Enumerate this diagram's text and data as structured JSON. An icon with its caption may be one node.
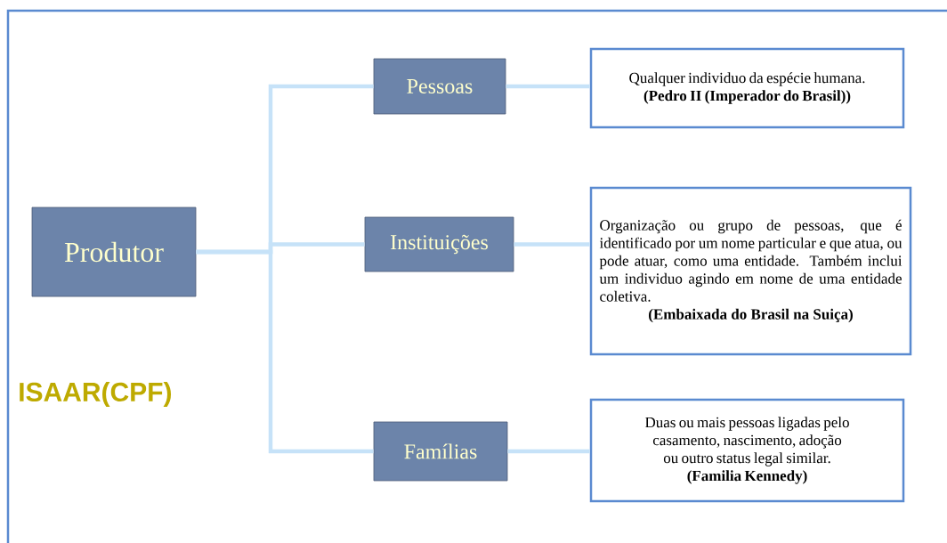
{
  "diagram": {
    "nodes": [
      {
        "text": [
          "Produtor"
        ]
      },
      {
        "text": [
          "Pessoas"
        ]
      },
      {
        "text": [
          "Qualquer individuo da espécie humana.",
          "(Pedro II (Imperador do Brasil))"
        ]
      },
      {
        "text": [
          "Instituições"
        ]
      },
      {
        "text": [
          "Organização ou grupo de pessoas, que é identificado por um nome particular e que atua, ou pode atuar, como uma entidade. Também inclui um individuo agindo em nome de uma entidade coletiva.",
          "(Embaixada do Brasil na Suiça)"
        ]
      },
      {
        "text": [
          "Famílias"
        ]
      },
      {
        "text": [
          "Duas ou mais pessoas ligadas pelo casamento, nascimento, adoção ou outro status legal similar.",
          "(Familia Kennedy)"
        ]
      }
    ],
    "edges": [
      {
        "from": 0,
        "to": 1,
        "arrow": "none"
      },
      {
        "from": 0,
        "to": 3,
        "arrow": "none"
      },
      {
        "from": 0,
        "to": 5,
        "arrow": "none"
      },
      {
        "from": 1,
        "to": 2,
        "arrow": "none"
      },
      {
        "from": 3,
        "to": 4,
        "arrow": "none"
      },
      {
        "from": 5,
        "to": 6,
        "arrow": "none"
      }
    ],
    "labels": [
      "ISAAR(CPF)"
    ]
  }
}
